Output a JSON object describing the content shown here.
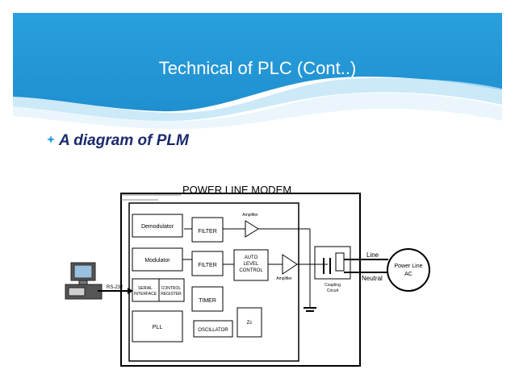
{
  "slide": {
    "title": "Technical of PLC (Cont..)",
    "subtitle": "A diagram of PLM",
    "header_color": "#2aa0de",
    "subtitle_color": "#1a2a6c"
  },
  "diagram": {
    "title": "POWER LINE MODEM",
    "blocks": {
      "demodulator": "Demodulator",
      "modulator": "Modulator",
      "serial_interface_1": "SERIAL",
      "serial_interface_2": "INTERFACE",
      "control_register_1": "CONTROL",
      "control_register_2": "REGISTER",
      "pll": "PLL",
      "filter_top": "FILTER",
      "filter_mid": "FILTER",
      "timer": "TIMER",
      "oscillator": "OSCILLATOR",
      "zc": "Zc",
      "alc_1": "AUTO",
      "alc_2": "LEVEL",
      "alc_3": "CONTROL"
    },
    "labels": {
      "amplifier_top": "Amplifier",
      "amplifier_mid": "Amplifier",
      "rs232": "RS-232",
      "coupling_1": "Coupling",
      "coupling_2": "Circuit",
      "line": "Line",
      "neutral": "Neutral",
      "ac_1": "Power Line",
      "ac_2": "AC"
    }
  }
}
